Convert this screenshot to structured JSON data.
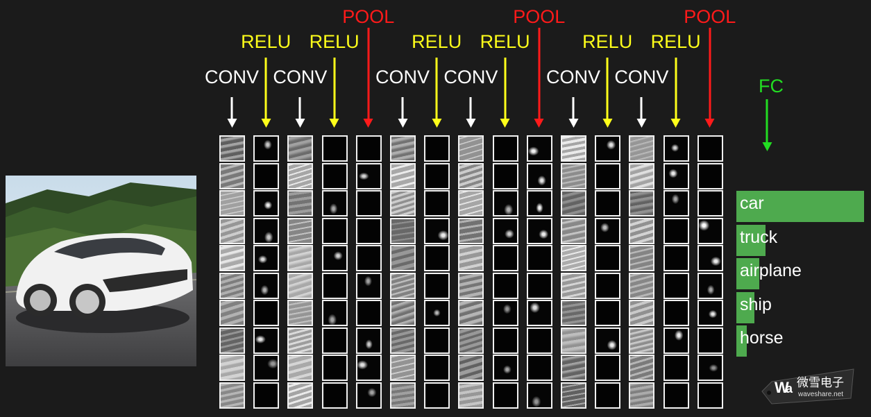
{
  "layers": [
    {
      "type": "conv",
      "label": "CONV"
    },
    {
      "type": "relu",
      "label": "RELU"
    },
    {
      "type": "conv",
      "label": "CONV"
    },
    {
      "type": "relu",
      "label": "RELU"
    },
    {
      "type": "pool",
      "label": "POOL"
    },
    {
      "type": "conv",
      "label": "CONV"
    },
    {
      "type": "relu",
      "label": "RELU"
    },
    {
      "type": "conv",
      "label": "CONV"
    },
    {
      "type": "relu",
      "label": "RELU"
    },
    {
      "type": "pool",
      "label": "POOL"
    },
    {
      "type": "conv",
      "label": "CONV"
    },
    {
      "type": "relu",
      "label": "RELU"
    },
    {
      "type": "conv",
      "label": "CONV"
    },
    {
      "type": "relu",
      "label": "RELU"
    },
    {
      "type": "pool",
      "label": "POOL"
    }
  ],
  "fc": {
    "label": "FC"
  },
  "colors": {
    "conv": "#ffffff",
    "relu": "#ffff1a",
    "pool": "#ff1a1a",
    "fc": "#22dd22",
    "bar": "#4eaa4e",
    "background": "#1b1b1b"
  },
  "input_image": {
    "description_icon": "car-photo"
  },
  "predictions": [
    {
      "label": "car",
      "score": 1.0
    },
    {
      "label": "truck",
      "score": 0.23
    },
    {
      "label": "airplane",
      "score": 0.18
    },
    {
      "label": "ship",
      "score": 0.14
    },
    {
      "label": "horse",
      "score": 0.08
    }
  ],
  "watermark": {
    "brand": "微雪电子",
    "site": "waveshare.net"
  }
}
